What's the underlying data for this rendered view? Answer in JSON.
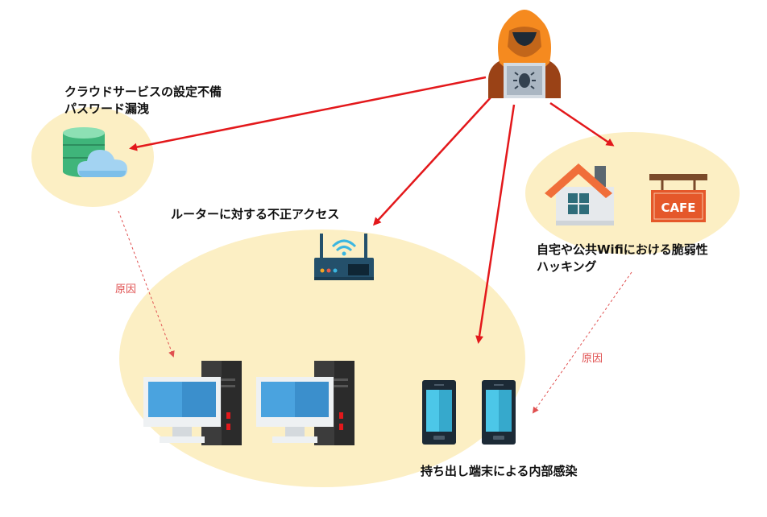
{
  "labels": {
    "cloud_line1": "クラウドサービスの設定不備",
    "cloud_line2": "パスワード漏洩",
    "router": "ルーターに対する不正アクセス",
    "home_line1": "自宅や公共Wifiにおける脆弱性",
    "home_line2": "ハッキング",
    "devices": "持ち出し端末による内部感染",
    "cause_left": "原因",
    "cause_right": "原因",
    "cafe_sign": "CAFE"
  },
  "icons": [
    "hacker-icon",
    "database-icon",
    "cloud-icon",
    "router-icon",
    "house-icon",
    "cafe-sign-icon",
    "desktop-pc-icon",
    "smartphone-icon"
  ],
  "colors": {
    "bubble": "#fcefc4",
    "attack_arrow": "#e3181b",
    "cause_arrow": "#e05050",
    "hood": "#f58a1f",
    "router_body": "#24506b",
    "monitor_screen": "#4aa3df"
  }
}
